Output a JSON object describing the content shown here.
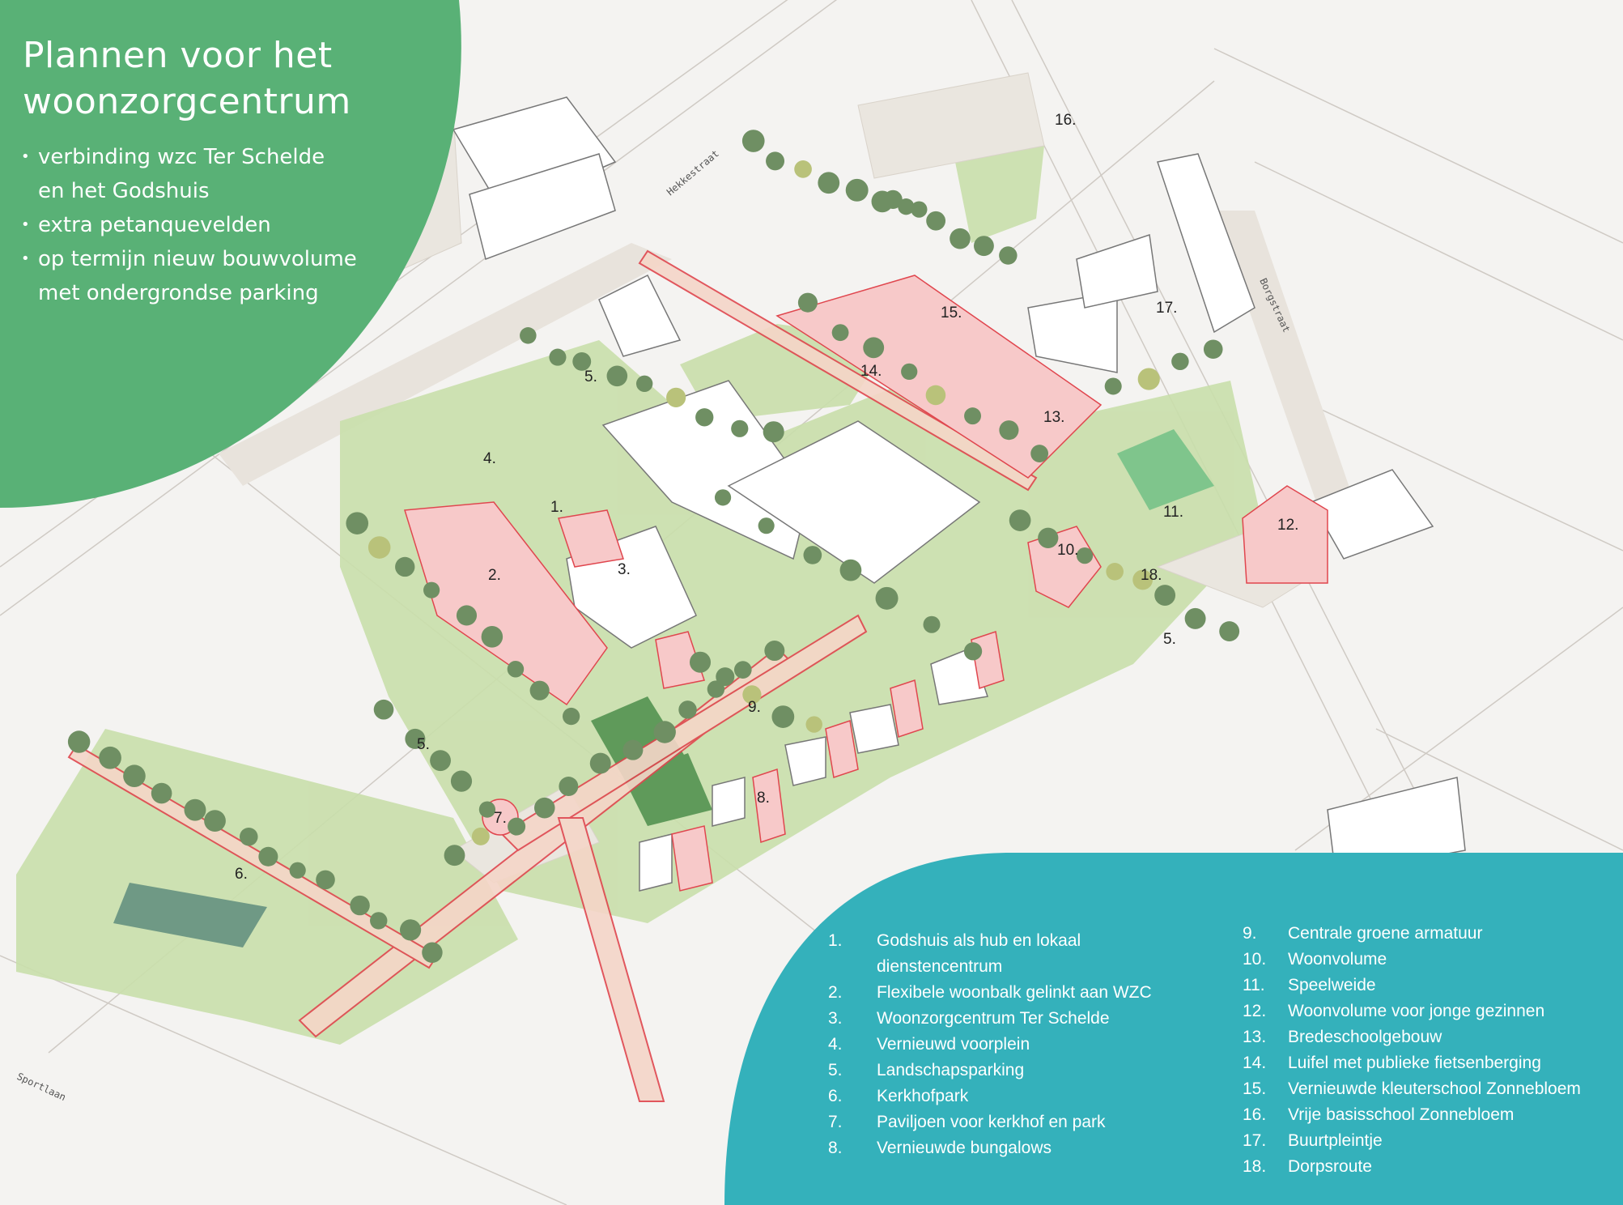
{
  "colors": {
    "intro_panel": "#59b176",
    "legend_panel": "#34b1bb",
    "proposed_building": "#f7c9c9",
    "proposed_outline": "#e0464e",
    "green_area": "#c4dca4",
    "tree": "#6f8f63"
  },
  "intro": {
    "title_lines": [
      "Plannen voor het",
      "woonzorgcentrum"
    ],
    "bullets": [
      {
        "lines": [
          "verbinding wzc Ter Schelde",
          "en het Godshuis"
        ]
      },
      {
        "lines": [
          "extra petanquevelden"
        ]
      },
      {
        "lines": [
          "op termijn nieuw bouwvolume",
          "met ondergrondse parking"
        ]
      }
    ]
  },
  "streets": [
    "Hekkestraat",
    "Borgstraat",
    "Sportlaan"
  ],
  "map_labels": [
    "1.",
    "2.",
    "3.",
    "4.",
    "5.",
    "5.",
    "5.",
    "6.",
    "7.",
    "8.",
    "9.",
    "10.",
    "11.",
    "12.",
    "13.",
    "14.",
    "15.",
    "16.",
    "17.",
    "18."
  ],
  "legend": {
    "column1": [
      {
        "num": "1.",
        "text": "Godshuis als hub en lokaal dienstencentrum"
      },
      {
        "num": "2.",
        "text": "Flexibele woonbalk gelinkt aan WZC"
      },
      {
        "num": "3.",
        "text": "Woonzorgcentrum Ter Schelde"
      },
      {
        "num": "4.",
        "text": "Vernieuwd voorplein"
      },
      {
        "num": "5.",
        "text": "Landschapsparking"
      },
      {
        "num": "6.",
        "text": "Kerkhofpark"
      },
      {
        "num": "7.",
        "text": "Paviljoen voor kerkhof en park"
      },
      {
        "num": "8.",
        "text": "Vernieuwde bungalows"
      }
    ],
    "column2": [
      {
        "num": "9.",
        "text": "Centrale groene armatuur"
      },
      {
        "num": "10.",
        "text": "Woonvolume"
      },
      {
        "num": "11.",
        "text": "Speelweide"
      },
      {
        "num": "12.",
        "text": "Woonvolume voor jonge gezinnen"
      },
      {
        "num": "13.",
        "text": "Bredeschoolgebouw"
      },
      {
        "num": "14.",
        "text": "Luifel met publieke fietsenberging"
      },
      {
        "num": "15.",
        "text": "Vernieuwde kleuterschool Zonnebloem"
      },
      {
        "num": "16.",
        "text": "Vrije basisschool Zonnebloem"
      },
      {
        "num": "17.",
        "text": "Buurtpleintje"
      },
      {
        "num": "18.",
        "text": "Dorpsroute"
      }
    ]
  }
}
